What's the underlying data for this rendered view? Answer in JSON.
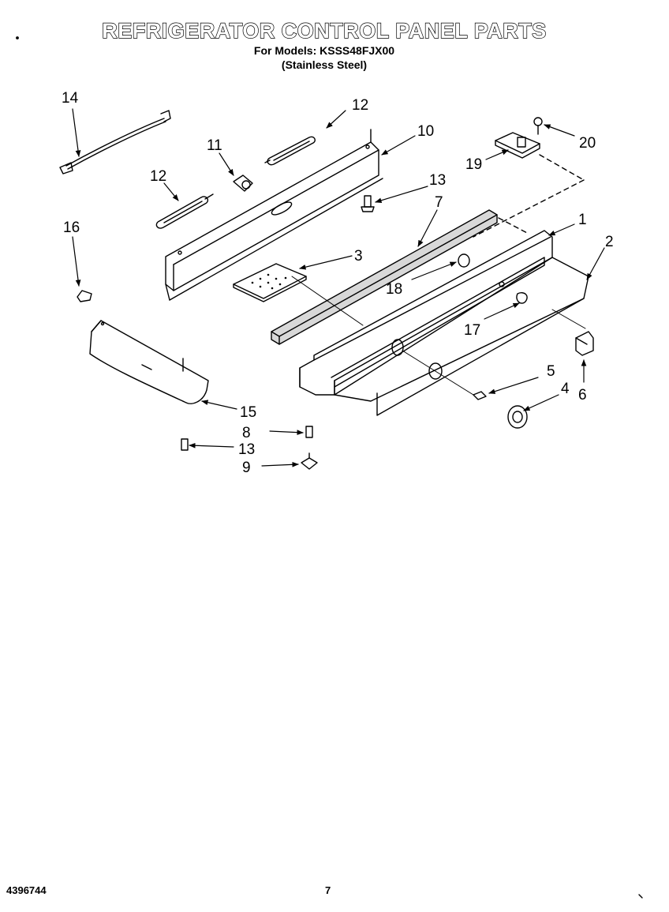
{
  "header": {
    "title": "REFRIGERATOR CONTROL PANEL PARTS",
    "models_line": "For Models: KSSS48FJX00",
    "finish_line": "(Stainless Steel)"
  },
  "callouts": [
    "1",
    "2",
    "3",
    "4",
    "5",
    "6",
    "7",
    "8",
    "9",
    "10",
    "11",
    "12",
    "12",
    "13",
    "13",
    "14",
    "15",
    "16",
    "17",
    "18",
    "19",
    "20"
  ],
  "footer": {
    "doc_number": "4396744",
    "page_number": "7"
  }
}
